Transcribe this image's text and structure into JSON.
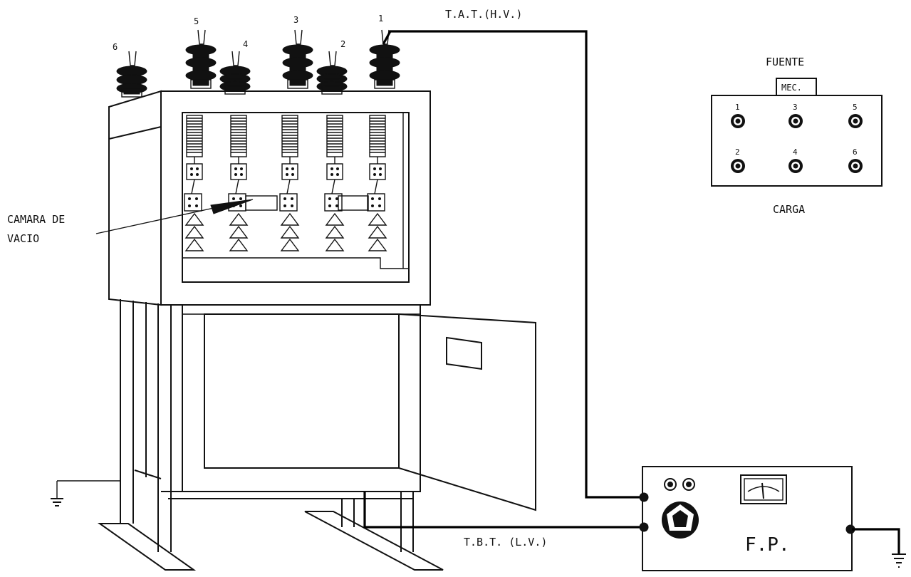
{
  "labels": {
    "hv_cable": "T.A.T.(H.V.)",
    "lv_cable": "T.B.T. (L.V.)",
    "vacuum_chamber_line1": "CAMARA DE",
    "vacuum_chamber_line2": "VACIO",
    "instrument": "F.P."
  },
  "bushings": [
    "6",
    "5",
    "4",
    "3",
    "2",
    "1"
  ],
  "panel": {
    "top_label": "FUENTE",
    "tab_label": "MEC.",
    "bottom_label": "CARGA",
    "terminals_top": [
      "1",
      "3",
      "5"
    ],
    "terminals_bottom": [
      "2",
      "4",
      "6"
    ]
  }
}
